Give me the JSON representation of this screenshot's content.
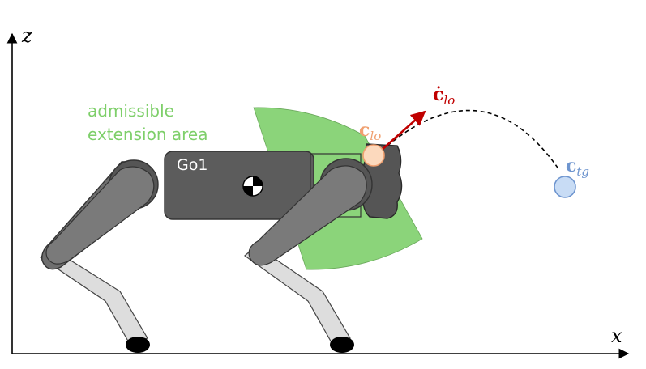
{
  "axes": {
    "x_label": "x",
    "z_label": "z"
  },
  "robot": {
    "name": "Go1"
  },
  "region": {
    "label_line1": "admissible",
    "label_line2": "extension area"
  },
  "points": {
    "c_lo": {
      "base": "c",
      "sub": "lo"
    },
    "c_lo_dot": {
      "base": "ċ",
      "sub": "lo"
    },
    "c_tg": {
      "base": "c",
      "sub": "tg"
    }
  },
  "colors": {
    "region_fill": "#8bd47a",
    "region_label": "#7ecf6a",
    "body": "#5c5c5c",
    "body_dark": "#3d3d3d",
    "leg_light": "#dddddd",
    "foot": "#000000",
    "c_lo": "#f6b88a",
    "c_lo_label": "#f0a070",
    "velocity": "#c00000",
    "c_tg": "#6e95cf",
    "c_tg_fill": "#c8dcf5"
  }
}
